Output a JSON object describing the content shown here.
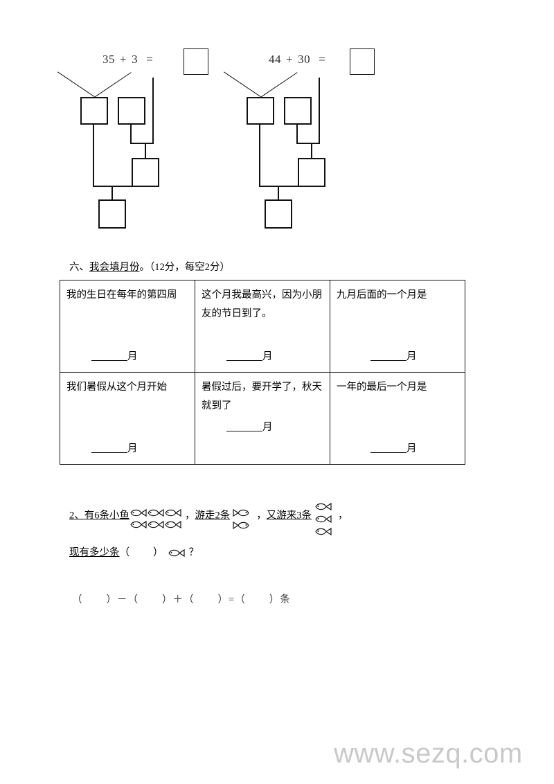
{
  "calculations": [
    {
      "id": "calc-1",
      "operand_left": "35",
      "operator": "+",
      "operand_right": "3",
      "equals": "=",
      "answer": ""
    },
    {
      "id": "calc-2",
      "operand_left": "44",
      "operator": "+",
      "operand_right": "30",
      "equals": "=",
      "answer": ""
    }
  ],
  "month_section": {
    "heading_number": "六、",
    "heading_title": "我会填月份",
    "heading_suffix": "。（12分，每空2分）",
    "unit_label": "月",
    "rows": [
      [
        {
          "text": "我的生日在每年的第四周",
          "answer": ""
        },
        {
          "text": "这个月我最高兴，因为小朋友的节日到了。",
          "answer": ""
        },
        {
          "text": "九月后面的一个月是",
          "answer": ""
        }
      ],
      [
        {
          "text": "我们暑假从这个月开始",
          "answer": ""
        },
        {
          "text": "暑假过后，要开学了，秋天就到了",
          "answer": ""
        },
        {
          "text": "一年的最后一个月是",
          "answer": ""
        }
      ]
    ]
  },
  "fish_problem": {
    "number": "2、",
    "part1": "有6条小鱼",
    "part1_fish_count": 6,
    "comma1": "，",
    "part2": "游走2条",
    "part2_fish_count": 2,
    "comma2": "，",
    "part3": "又游来3条",
    "part3_fish_count": 3,
    "comma3": "，",
    "question": "现有多少条",
    "question_paren_open": "（",
    "question_paren_close": "）",
    "question_fish_count": 1,
    "question_mark": "？",
    "equation": {
      "p1_open": "（",
      "p1_close": "）",
      "op1": "－",
      "p2_open": "（",
      "p2_close": "）",
      "op2": "＋",
      "p3_open": "（",
      "p3_close": "）",
      "eq": "=",
      "p4_open": "（",
      "p4_close": "）",
      "unit": "条"
    }
  },
  "watermark": {
    "text": "www.sezq.com",
    "color": "#c9c9c9"
  }
}
